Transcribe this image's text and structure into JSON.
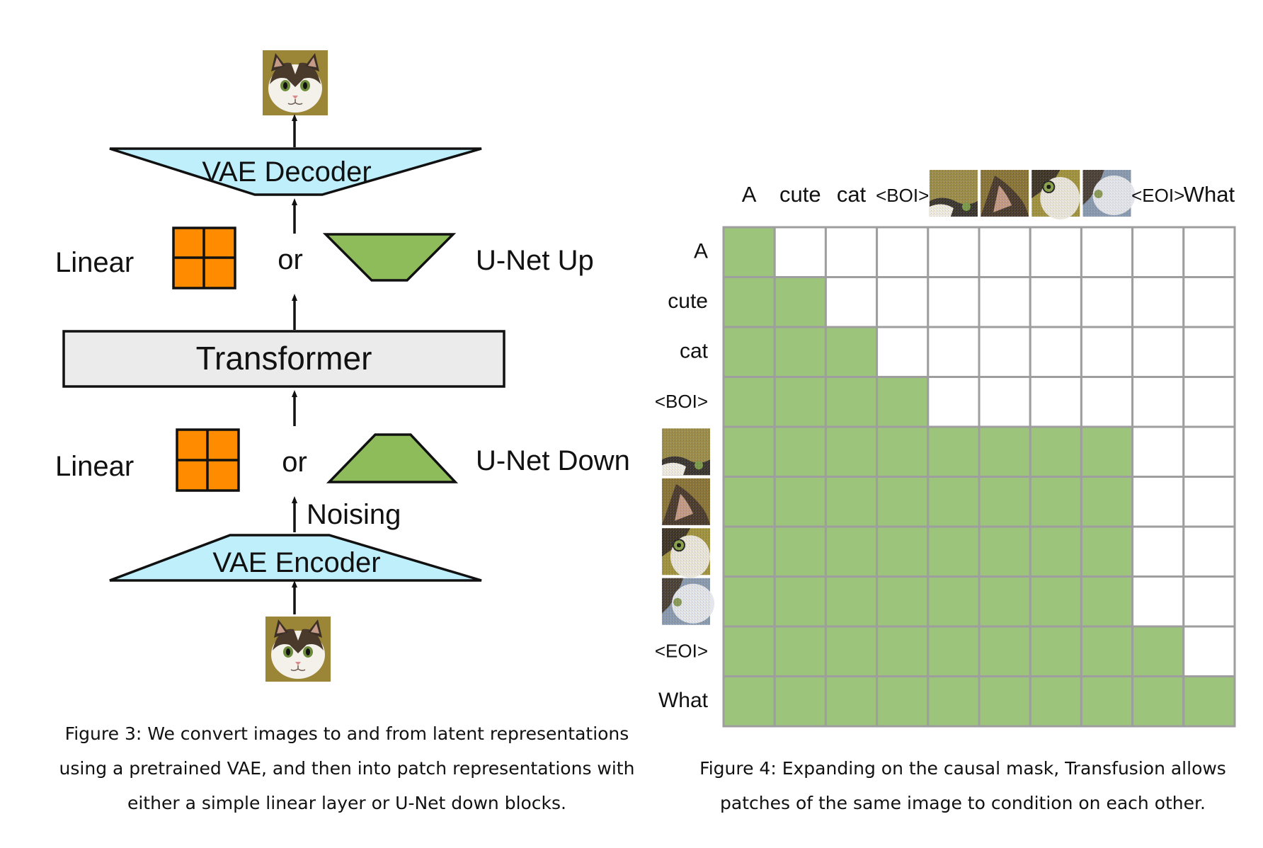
{
  "figure3": {
    "vae_decoder": "VAE Decoder",
    "vae_encoder": "VAE Encoder",
    "transformer": "Transformer",
    "linear_top": "Linear",
    "linear_bottom": "Linear",
    "or_top": "or",
    "or_bottom": "or",
    "unet_up": "U-Net Up",
    "unet_down": "U-Net Down",
    "noising": "Noising",
    "caption_lines": [
      "Figure 3: We convert images to and from latent representations",
      "using a pretrained VAE, and then into patch representations with",
      "either a simple linear layer or U-Net down blocks."
    ]
  },
  "figure4": {
    "column_labels": [
      "A",
      "cute",
      "cat",
      "<BOI>",
      "",
      "",
      "",
      "",
      "<EOI>",
      "What"
    ],
    "row_labels": [
      "A",
      "cute",
      "cat",
      "<BOI>",
      "",
      "",
      "",
      "",
      "<EOI>",
      "What"
    ],
    "mask_row_extents": [
      1,
      2,
      3,
      4,
      8,
      8,
      8,
      8,
      9,
      10
    ],
    "caption_lines": [
      "Figure 4: Expanding on the causal mask, Transfusion allows",
      "patches of the same image to condition on each other."
    ]
  },
  "colors": {
    "vae_fill": "#bfeffb",
    "linear_fill": "#ff8c00",
    "unet_fill": "#8fbc5a",
    "transformer_fill": "#ebebeb",
    "mask_fill": "#9cc47a",
    "grid_line": "#9e9e9e",
    "cat_background": "#a08a3a"
  }
}
